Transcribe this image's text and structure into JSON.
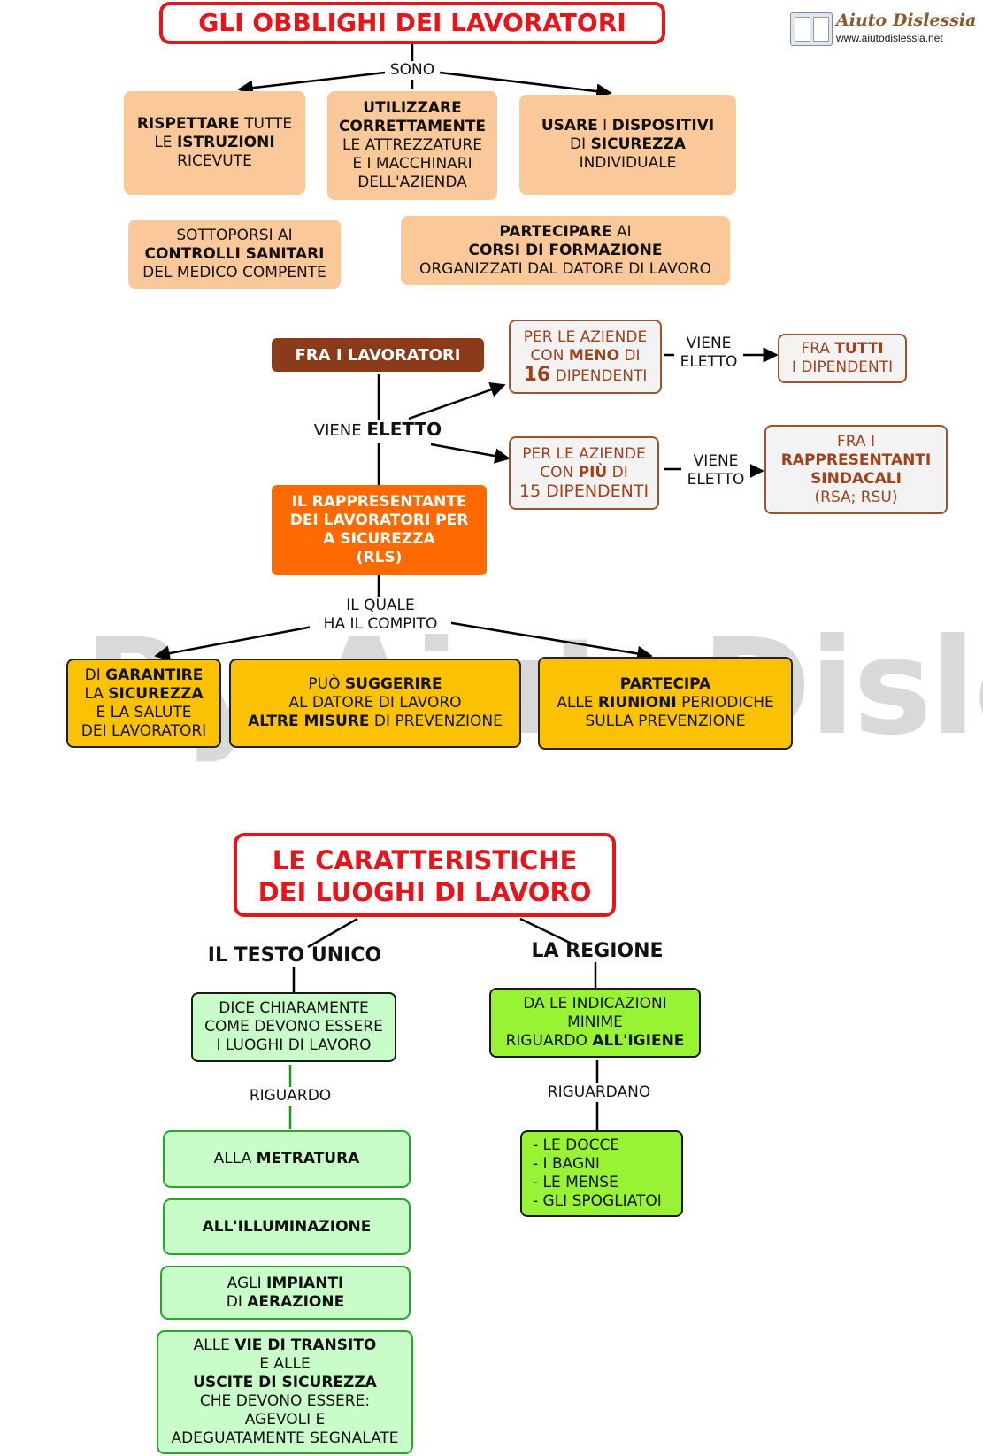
{
  "logo": {
    "name": "Aiuto Dislessia",
    "url": "www.aiutodislessia.net"
  },
  "watermark": "By AiutoDislessia.net",
  "section1": {
    "title": "GLI OBBLIGHI DEI LAVORATORI",
    "link": "SONO",
    "boxes": [
      {
        "lines": [
          [
            "RISPETTARE",
            " TUTTE"
          ],
          [
            "LE ",
            "ISTRUZIONI"
          ],
          [
            "RICEVUTE"
          ]
        ]
      },
      {
        "lines": [
          [
            "UTILIZZARE"
          ],
          [
            "CORRETTAMENTE"
          ],
          [
            "LE ATTREZZATURE"
          ],
          [
            "E I MACCHINARI"
          ],
          [
            "DELL'AZIENDA"
          ]
        ]
      },
      {
        "lines": [
          [
            "USARE",
            " I ",
            "DISPOSITIVI"
          ],
          [
            "DI ",
            "SICUREZZA"
          ],
          [
            "INDIVIDUALE"
          ]
        ]
      },
      {
        "lines": [
          [
            "SOTTOPORSI AI"
          ],
          [
            "CONTROLLI SANITARI"
          ],
          [
            "DEL MEDICO COMPENTE"
          ]
        ]
      },
      {
        "lines": [
          [
            "PARTECIPARE",
            " AI"
          ],
          [
            "CORSI DI FORMAZIONE"
          ],
          [
            "ORGANIZZATI DAL DATORE DI LAVORO"
          ]
        ]
      }
    ]
  },
  "section2": {
    "fra_lavoratori": "FRA I LAVORATORI",
    "viene": "VIENE ",
    "eletto": "ELETTO",
    "rls": [
      "IL RAPPRESENTANTE",
      "DEI LAVORATORI PER",
      "A SICUREZZA",
      "(RLS)"
    ],
    "meno": {
      "l1": "PER LE AZIENDE",
      "l2a": "CON ",
      "l2b": "MENO",
      "l2c": " DI",
      "l3a": "16",
      "l3b": " DIPENDENTI"
    },
    "piu": {
      "l1": "PER LE AZIENDE",
      "l2a": "CON ",
      "l2b": "PIÙ",
      "l2c": " DI",
      "l3": "15 DIPENDENTI"
    },
    "viene_eletto_1": [
      "VIENE",
      "ELETTO"
    ],
    "viene_eletto_2": [
      "VIENE",
      "ELETTO"
    ],
    "tutti": {
      "l1a": "FRA ",
      "l1b": "TUTTI",
      "l2": "I DIPENDENTI"
    },
    "rsa": {
      "l1": "FRA I",
      "l2": "RAPPRESENTANTI",
      "l3": "SINDACALI",
      "l4": "(RSA; RSU)"
    },
    "il_quale": [
      "IL QUALE",
      "HA IL COMPITO"
    ],
    "tasks": [
      {
        "lines": [
          [
            "DI ",
            "GARANTIRE"
          ],
          [
            "LA ",
            "SICUREZZA"
          ],
          [
            "E LA SALUTE"
          ],
          [
            "DEI LAVORATORI"
          ]
        ]
      },
      {
        "lines": [
          [
            "PUÒ ",
            "SUGGERIRE"
          ],
          [
            "AL DATORE DI LAVORO"
          ],
          [
            "ALTRE MISURE",
            " DI PREVENZIONE"
          ]
        ]
      },
      {
        "lines": [
          [
            "PARTECIPA"
          ],
          [
            "ALLE ",
            "RIUNIONI",
            " PERIODICHE"
          ],
          [
            "SULLA PREVENZIONE"
          ]
        ]
      }
    ]
  },
  "section3": {
    "title_l1": "LE CARATTERISTICHE",
    "title_l2": "DEI LUOGHI DI LAVORO",
    "testo_unico": "IL TESTO UNICO",
    "regione": "LA REGIONE",
    "dice": [
      "DICE CHIARAMENTE",
      "COME DEVONO ESSERE",
      "I LUOGHI DI LAVORO"
    ],
    "riguardo": "RIGUARDO",
    "indicazioni": {
      "l1": "DA LE INDICAZIONI",
      "l2": "MINIME",
      "l3a": "RIGUARDO ",
      "l3b": "ALL'IGIENE"
    },
    "riguardano": "RIGUARDANO",
    "items": [
      {
        "lines": [
          [
            "ALLA ",
            "METRATURA"
          ]
        ]
      },
      {
        "lines": [
          [
            "ALL'ILLUMINAZIONE"
          ]
        ]
      },
      {
        "lines": [
          [
            "AGLI ",
            "IMPIANTI"
          ],
          [
            "DI ",
            "AERAZIONE"
          ]
        ]
      },
      {
        "lines": [
          [
            "ALLE ",
            "VIE DI TRANSITO"
          ],
          [
            "E ALLE"
          ],
          [
            "USCITE DI SICUREZZA"
          ],
          [
            "CHE DEVONO ESSERE:"
          ],
          [
            "AGEVOLI E"
          ],
          [
            "ADEGUATAMENTE SEGNALATE"
          ]
        ]
      }
    ],
    "igiene_list": [
      "- LE DOCCE",
      "- I BAGNI",
      "- LE MENSE",
      "- GLI SPOGLIATOI"
    ]
  }
}
